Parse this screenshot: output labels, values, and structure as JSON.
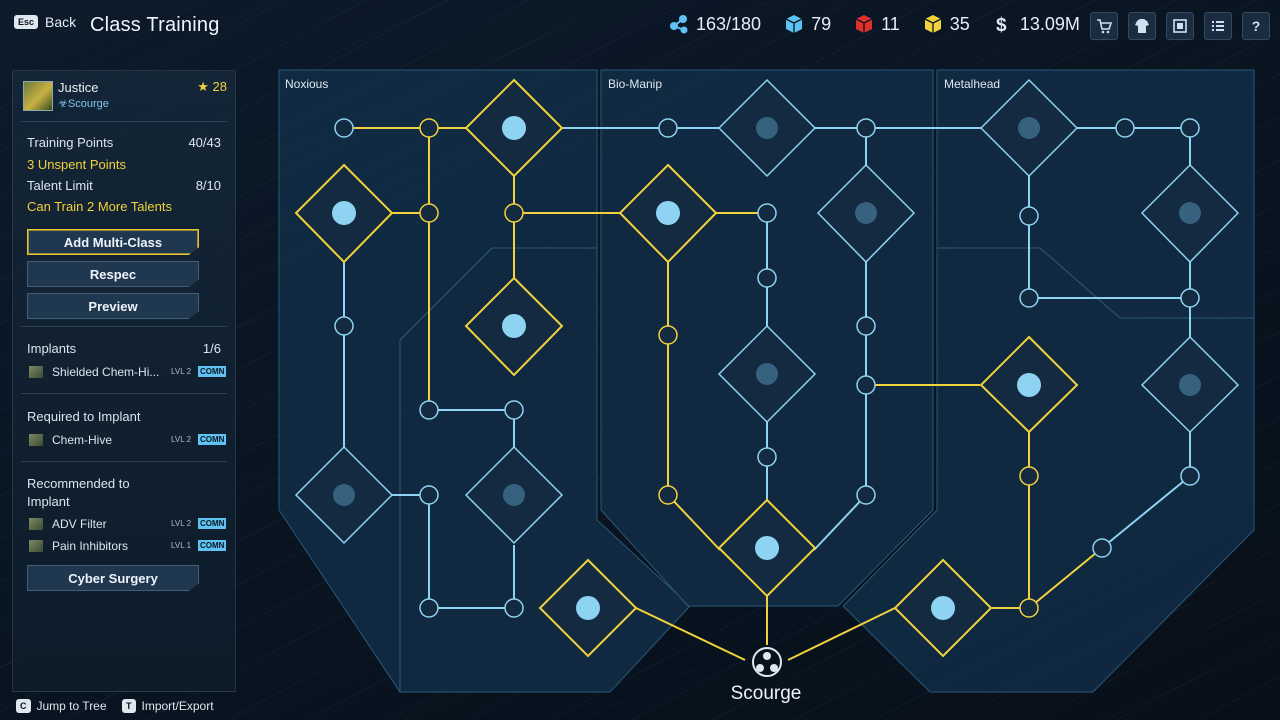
{
  "header": {
    "back_key": "Esc",
    "back_label": "Back",
    "title": "Class Training"
  },
  "currencies": [
    {
      "name": "training-points",
      "icon": "molecule-icon",
      "value": "163/180",
      "color": "#5ec3f2"
    },
    {
      "name": "blue-cubes",
      "icon": "blue-cube-icon",
      "value": "79",
      "color": "#5ec3f2"
    },
    {
      "name": "red-cubes",
      "icon": "red-cube-icon",
      "value": "11",
      "color": "#e0302a"
    },
    {
      "name": "yellow-cubes",
      "icon": "yellow-cube-icon",
      "value": "35",
      "color": "#f2d23c"
    },
    {
      "name": "money",
      "icon": "dollar-icon",
      "value": "13.09M",
      "color": "#dfe8ef"
    }
  ],
  "top_icons": [
    "shop-cart-icon",
    "loadout-icon",
    "map-icon",
    "list-icon",
    "help-icon"
  ],
  "help_glyph": "?",
  "character": {
    "name": "Justice",
    "class": "Scourge",
    "level": "28"
  },
  "stats": {
    "training_points_label": "Training Points",
    "training_points_value": "40/43",
    "unspent_text": "3 Unspent Points",
    "talent_limit_label": "Talent Limit",
    "talent_limit_value": "8/10",
    "can_train_text": "Can Train 2 More Talents"
  },
  "buttons": {
    "add_multiclass": "Add Multi-Class",
    "respec": "Respec",
    "preview": "Preview",
    "cyber_surgery": "Cyber Surgery"
  },
  "implants": {
    "label": "Implants",
    "count": "1/6",
    "items": [
      {
        "name": "Shielded Chem-Hi...",
        "level": "LVL 2",
        "tier": "COMN"
      }
    ]
  },
  "required": {
    "label": "Required to Implant",
    "items": [
      {
        "name": "Chem-Hive",
        "level": "LVL 2",
        "tier": "COMN"
      }
    ]
  },
  "recommended": {
    "label_line1": "Recommended to",
    "label_line2": "Implant",
    "items": [
      {
        "name": "ADV Filter",
        "level": "LVL 2",
        "tier": "COMN"
      },
      {
        "name": "Pain Inhibitors",
        "level": "LVL 1",
        "tier": "COMN"
      }
    ]
  },
  "footer": {
    "jump_key": "C",
    "jump_label": "Jump to Tree",
    "import_key": "T",
    "import_label": "Import/Export"
  },
  "tree": {
    "panels": [
      "Noxious",
      "Bio-Manip",
      "Metalhead"
    ],
    "root_label": "Scourge",
    "colors": {
      "trained": "#f2d23c",
      "untrained": "#8fd3f2",
      "panel": "#12304a"
    },
    "talents": [
      {
        "id": "noxious-hand-talent",
        "trained": true
      },
      {
        "id": "noxious-biohazard-cloud-talent",
        "trained": true
      },
      {
        "id": "noxious-chip-shield-talent",
        "trained": true
      },
      {
        "id": "noxious-skull-talent",
        "trained": false
      },
      {
        "id": "noxious-drip-talent",
        "trained": false
      },
      {
        "id": "noxious-rocket-talent",
        "trained": true
      },
      {
        "id": "biomanip-medkit-talent",
        "trained": false
      },
      {
        "id": "biomanip-bug-talent",
        "trained": true
      },
      {
        "id": "biomanip-grenade-talent",
        "trained": false
      },
      {
        "id": "biomanip-gasmask-talent",
        "trained": false
      },
      {
        "id": "biomanip-device-talent",
        "trained": true
      },
      {
        "id": "metalhead-spine-talent",
        "trained": false
      },
      {
        "id": "metalhead-swirl-talent",
        "trained": false
      },
      {
        "id": "metalhead-battery-talent",
        "trained": true
      },
      {
        "id": "metalhead-knot-talent",
        "trained": false
      },
      {
        "id": "metalhead-circuit-talent",
        "trained": true
      }
    ]
  }
}
